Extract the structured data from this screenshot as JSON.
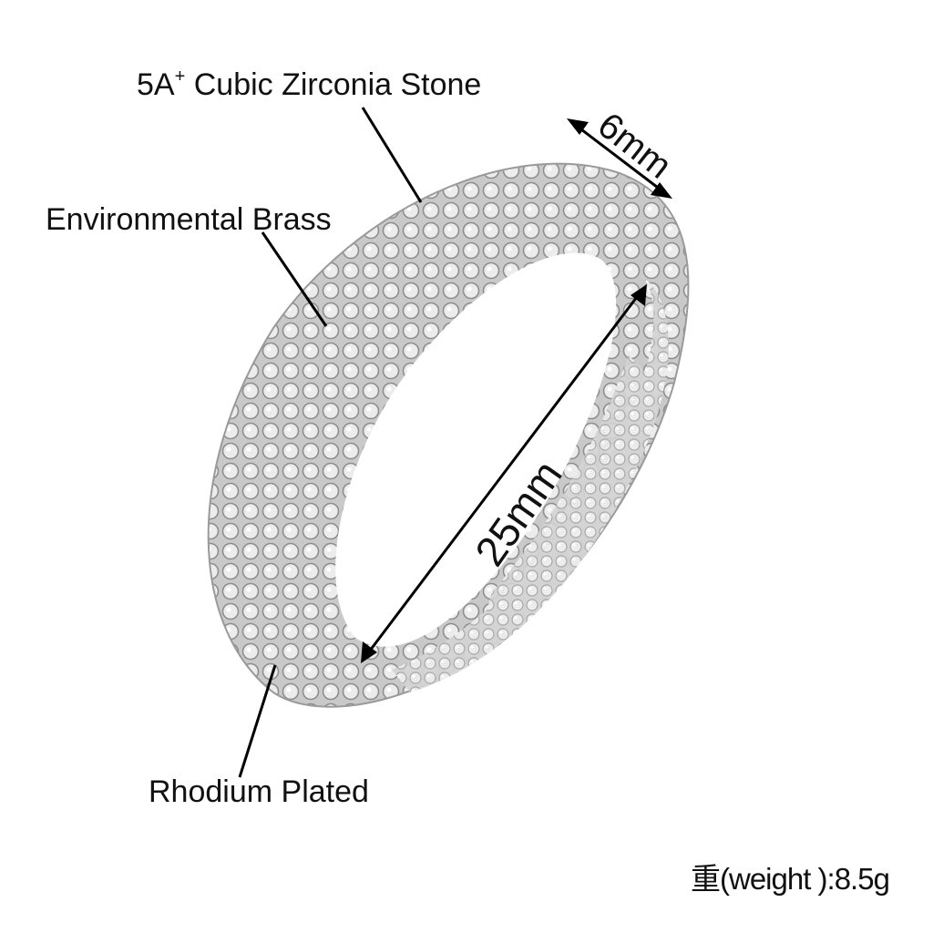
{
  "labels": {
    "stone": {
      "prefix": "5A",
      "sup": "+",
      "text": " Cubic Zirconia Stone"
    },
    "brass": "Environmental Brass",
    "plating": "Rhodium Plated",
    "weight": "重(weight ):8.5g"
  },
  "dimensions": {
    "width": "6mm",
    "diameter": "25mm"
  },
  "colors": {
    "background": "#ffffff",
    "text": "#111111",
    "ring_light": "#e8e8e8",
    "ring_mid": "#bdbdbd",
    "ring_dark": "#8c8c8c"
  }
}
